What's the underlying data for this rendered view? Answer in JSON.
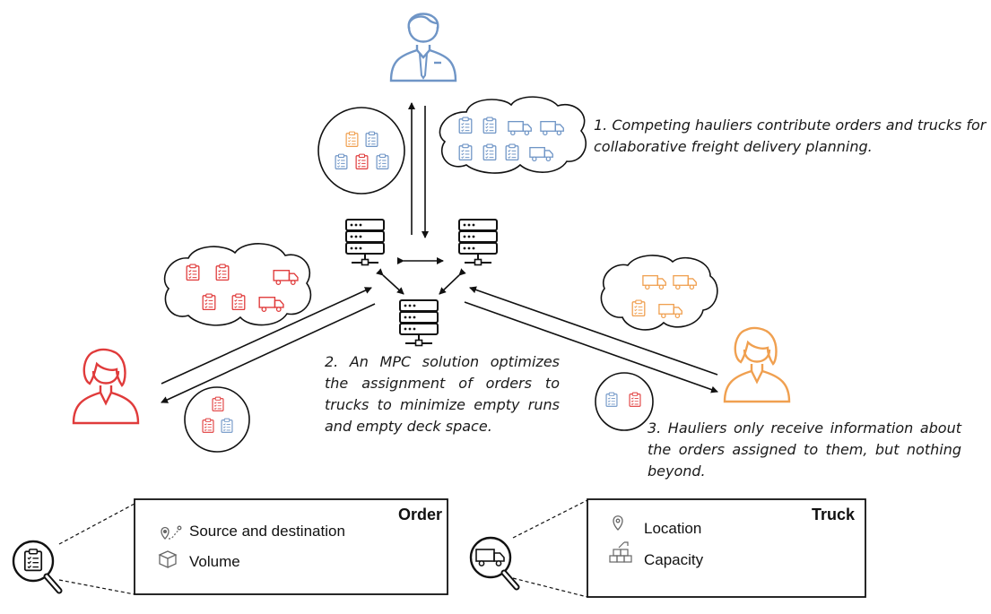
{
  "captions": {
    "step1": "1. Competing hauliers contribute orders and trucks for collaborative freight delivery planning.",
    "step2": "2. An MPC solution optimizes the assignment of orders to trucks to minimize empty runs and empty deck space.",
    "step3": "3. Hauliers only receive information about the orders assigned to them, but nothing beyond."
  },
  "order_box": {
    "title": "Order",
    "items": [
      {
        "label": "Source and destination",
        "icon": "route-pin-icon"
      },
      {
        "label": "Volume",
        "icon": "box-icon"
      }
    ]
  },
  "truck_box": {
    "title": "Truck",
    "items": [
      {
        "label": "Location",
        "icon": "location-pin-icon"
      },
      {
        "label": "Capacity",
        "icon": "stacked-boxes-icon"
      }
    ]
  },
  "colors": {
    "blue": "#6f95c6",
    "red": "#e03b3b",
    "orange": "#f0a050",
    "line": "#111111"
  }
}
